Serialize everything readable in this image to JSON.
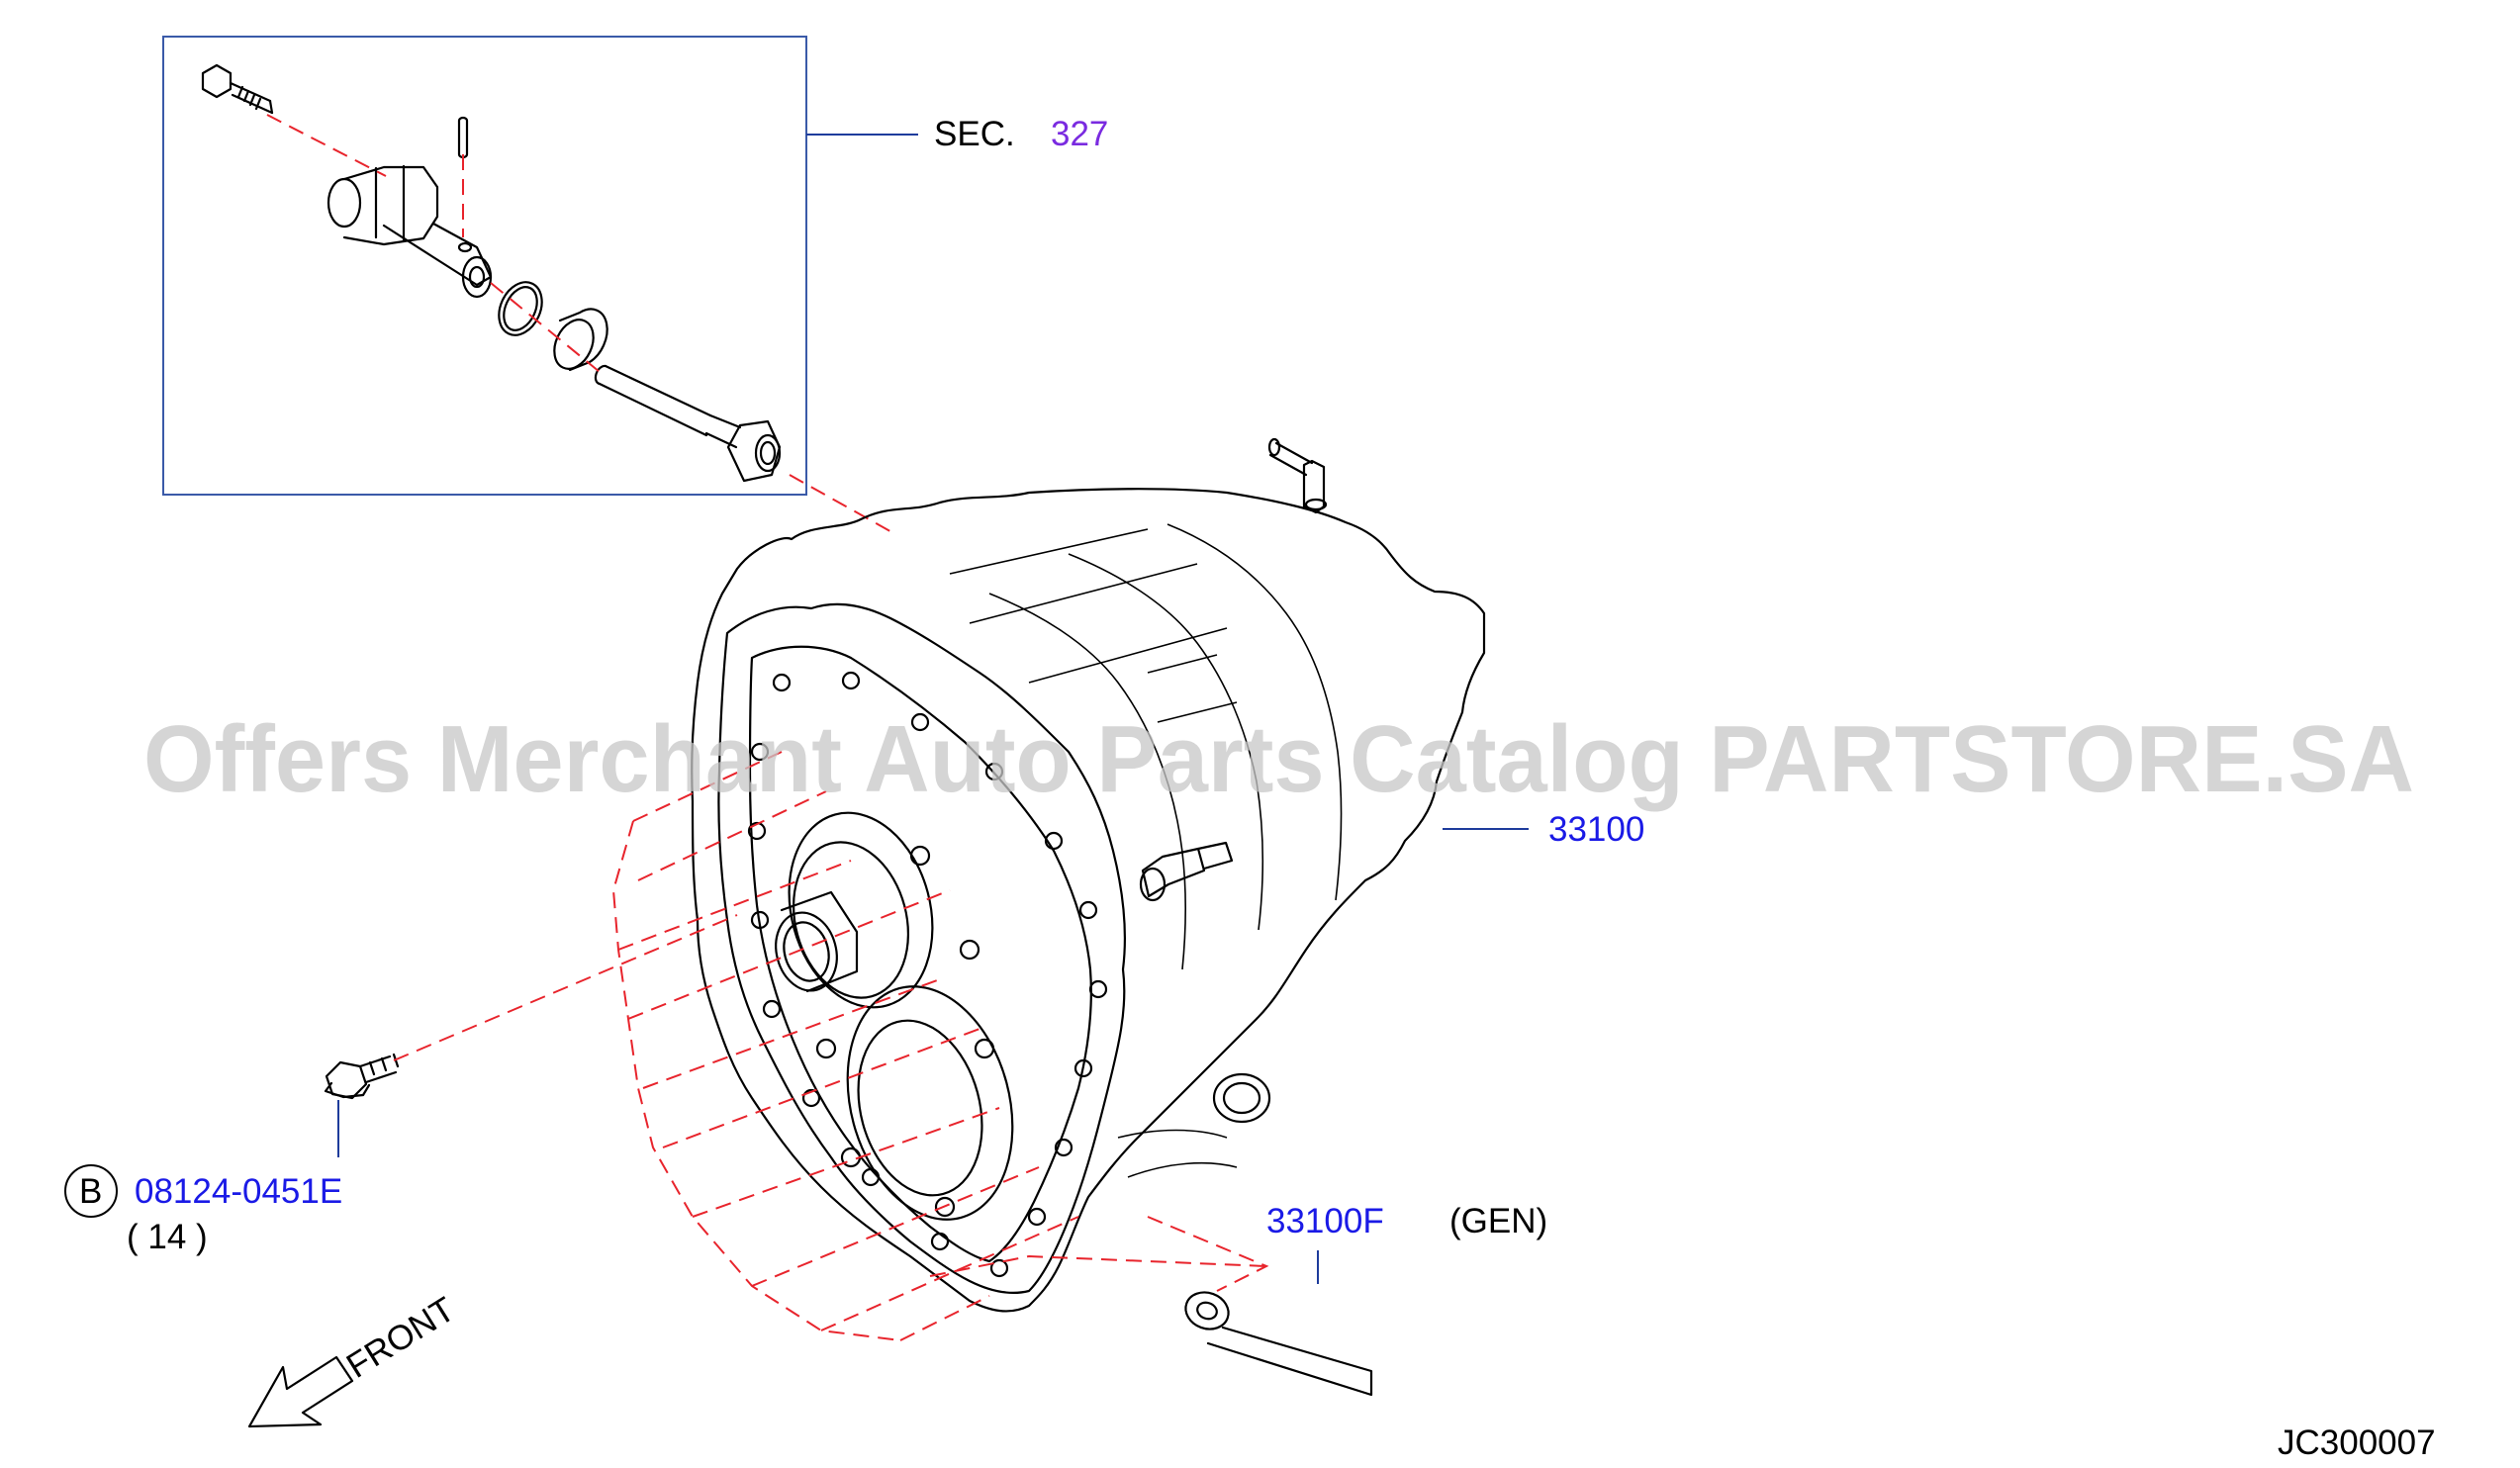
{
  "watermark": "Offers Merchant Auto Parts Catalog PARTSTORE.SA",
  "section_ref": {
    "prefix": "SEC.",
    "number": "327"
  },
  "parts": {
    "case": {
      "number": "33100"
    },
    "plate": {
      "number": "33100F",
      "note": "(GEN)"
    },
    "bolt": {
      "circle_letter": "B",
      "number": "08124-0451E",
      "qty": "( 14 )"
    }
  },
  "front_label": "FRONT",
  "diagram_code": "JC300007",
  "colors": {
    "part_link": "#1a1ae6",
    "section_link": "#7a2be0",
    "dash_line": "#e8242c",
    "leader": "#1e3c9c",
    "watermark": "#c8c8c8"
  }
}
